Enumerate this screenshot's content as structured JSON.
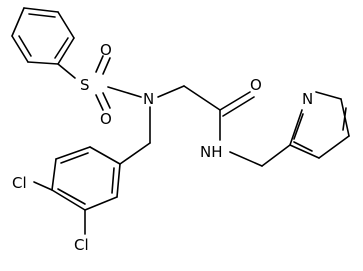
{
  "atoms": {
    "sulfur": "S",
    "oxygen_top": "O",
    "oxygen_bottom": "O",
    "nitrogen_sulfonamide": "N",
    "oxygen_carbonyl": "O",
    "amide_nh": "NH",
    "nitrogen_pyridine": "N",
    "chlorine_upper": "Cl",
    "chlorine_lower": "Cl"
  }
}
